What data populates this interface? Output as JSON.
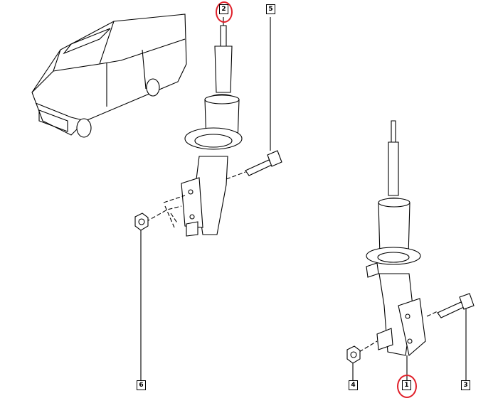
{
  "diagram": {
    "highlight_color": "#e0202a",
    "callouts": [
      {
        "id": "2",
        "label": "2",
        "highlighted": true
      },
      {
        "id": "5",
        "label": "5",
        "highlighted": false
      },
      {
        "id": "6",
        "label": "6",
        "highlighted": false
      },
      {
        "id": "4",
        "label": "4",
        "highlighted": false
      },
      {
        "id": "1",
        "label": "1",
        "highlighted": true
      },
      {
        "id": "3",
        "label": "3",
        "highlighted": false
      }
    ]
  }
}
